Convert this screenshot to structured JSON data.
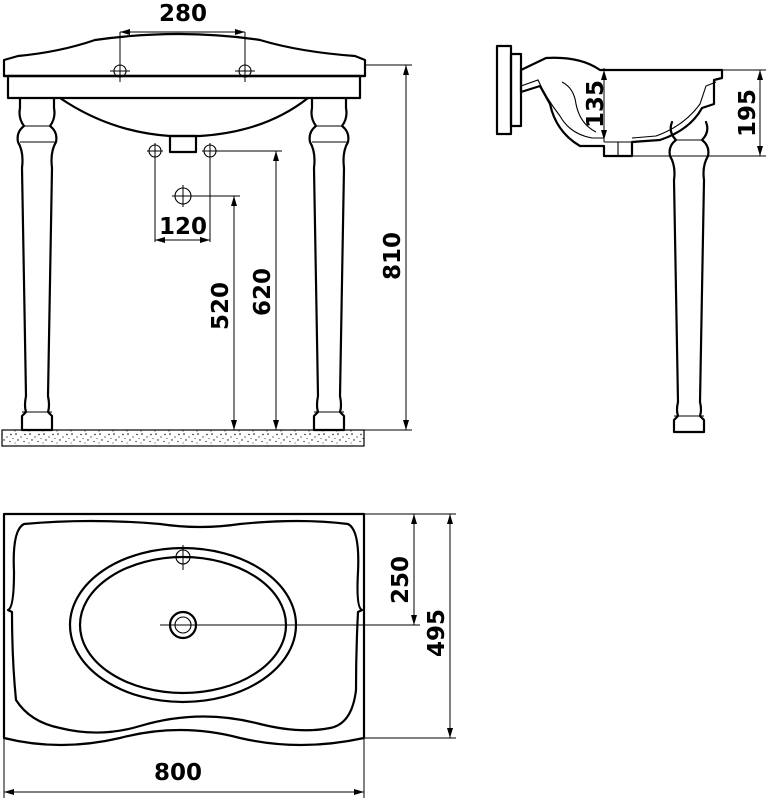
{
  "dimensions": {
    "tap_spacing": "280",
    "waste_spacing": "120",
    "waste_height": "520",
    "outlet_height": "620",
    "total_height": "810",
    "basin_depth": "135",
    "rim_height": "195",
    "tap_to_waste": "250",
    "basin_depth_top": "495",
    "basin_width": "800"
  },
  "colors": {
    "line": "#000000",
    "background": "#ffffff",
    "floor_speckle": "#000000"
  }
}
